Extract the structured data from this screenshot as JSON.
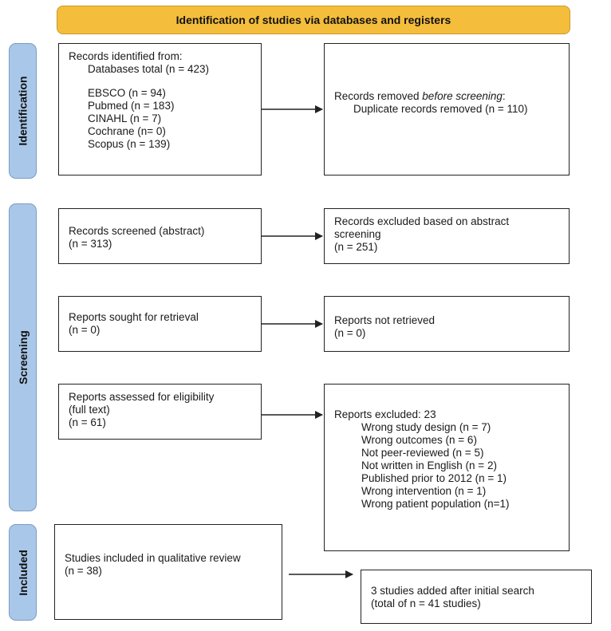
{
  "header": {
    "title": "Identification of studies via databases and registers"
  },
  "phases": {
    "identification": "Identification",
    "screening": "Screening",
    "included": "Included"
  },
  "identified": {
    "heading": "Records identified from:",
    "total": "Databases total (n = 423)",
    "sources": [
      "EBSCO (n = 94)",
      "Pubmed (n = 183)",
      "CINAHL (n = 7)",
      "Cochrane (n= 0)",
      "Scopus (n = 139)"
    ]
  },
  "removed": {
    "heading_pre": "Records removed ",
    "heading_em": "before screening",
    "heading_post": ":",
    "detail": "Duplicate records removed  (n = 110)"
  },
  "screened": {
    "line1": "Records screened (abstract)",
    "line2": "(n = 313)"
  },
  "excluded_abstract": {
    "line1": "Records excluded based on abstract",
    "line2": "screening",
    "line3": "(n = 251)"
  },
  "sought": {
    "line1": "Reports sought for retrieval",
    "line2": "(n = 0)"
  },
  "not_retrieved": {
    "line1": "Reports not retrieved",
    "line2": "(n = 0)"
  },
  "assessed": {
    "line1": "Reports assessed for eligibility",
    "line2": "(full text)",
    "line3": "(n = 61)"
  },
  "reports_excluded": {
    "heading": "Reports excluded: 23",
    "reasons": [
      "Wrong study design (n = 7)",
      "Wrong outcomes (n = 6)",
      "Not peer-reviewed (n = 5)",
      "Not written in English (n = 2)",
      "Published prior to 2012 (n = 1)",
      "Wrong intervention (n = 1)",
      "Wrong patient population (n=1)"
    ]
  },
  "included_box": {
    "line1": "Studies included in qualitative review",
    "line2": "(n = 38)"
  },
  "added": {
    "line1": "3 studies added after initial search",
    "line2": "(total of n = 41 studies)"
  },
  "colors": {
    "header": "#f5bd3c",
    "phase": "#a9c7e9",
    "border": "#222222"
  }
}
